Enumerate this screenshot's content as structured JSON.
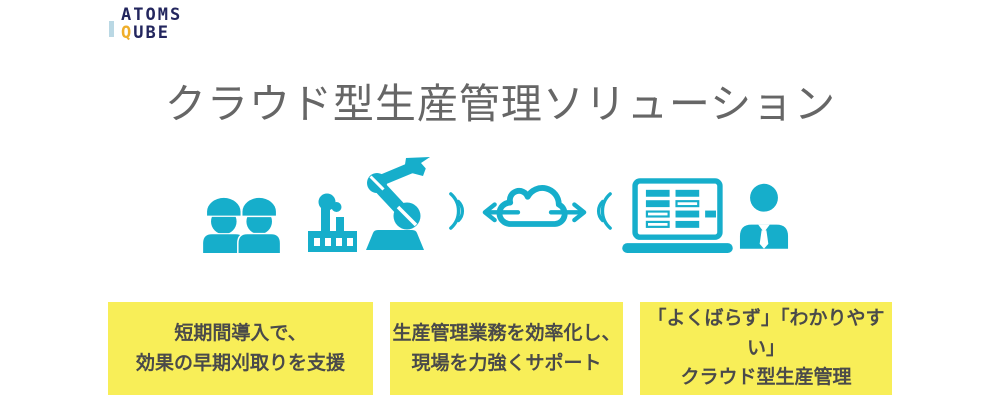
{
  "logo": {
    "line1": "ATOMS",
    "q": "Q",
    "line2_rest": "UBE"
  },
  "heading": "クラウド型生産管理ソリューション",
  "illustration": {
    "icons": [
      "workers-icon",
      "factory-icon",
      "robot-arm-icon",
      "signal-waves-left-icon",
      "cloud-sync-icon",
      "signal-waves-right-icon",
      "laptop-icon",
      "business-person-icon"
    ]
  },
  "features": [
    {
      "line1": "短期間導入で、",
      "line2": "効果の早期刈取りを支援"
    },
    {
      "line1": "生産管理業務を効率化し、",
      "line2": "現場を力強くサポート"
    },
    {
      "line1": "「よくばらず」「わかりやすい」",
      "line2": "クラウド型生産管理"
    }
  ],
  "colors": {
    "teal": "#16AECB",
    "yellow": "#F8EE58",
    "navy": "#23265E",
    "gold": "#EFAE2A",
    "logo_bar_blue": "#BAD8E4",
    "heading_text": "#666666",
    "feature_text": "#4A4A4A"
  }
}
